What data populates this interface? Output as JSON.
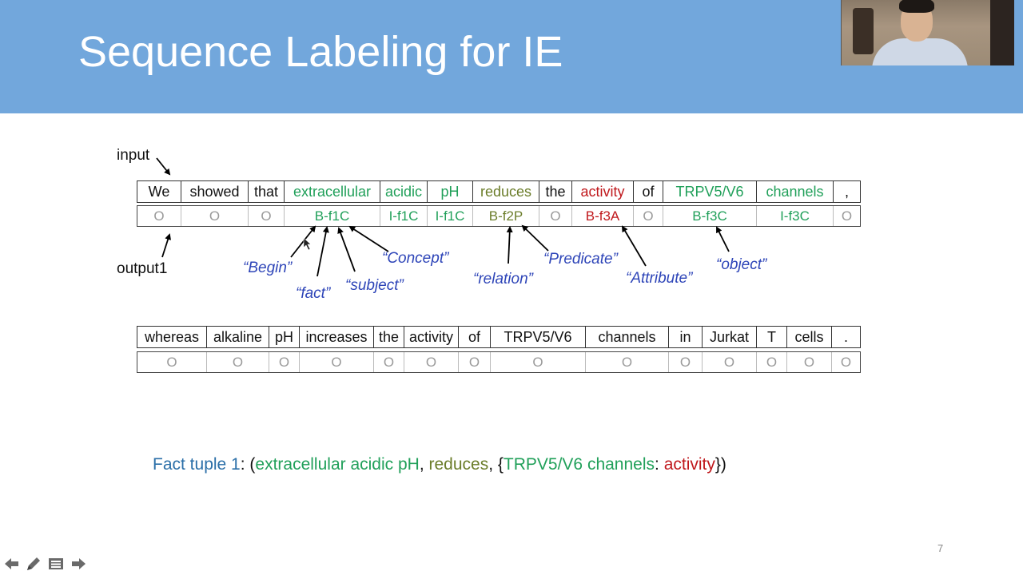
{
  "slide": {
    "title": "Sequence Labeling for IE",
    "page_number": "7"
  },
  "labels": {
    "input": "input",
    "output1": "output1"
  },
  "sentence1": {
    "words": [
      {
        "text": "We",
        "color": "#111111"
      },
      {
        "text": "showed",
        "color": "#111111"
      },
      {
        "text": "that",
        "color": "#111111"
      },
      {
        "text": "extracellular",
        "color": "#21a05a"
      },
      {
        "text": "acidic",
        "color": "#21a05a"
      },
      {
        "text": "pH",
        "color": "#21a05a"
      },
      {
        "text": "reduces",
        "color": "#6b7d2a"
      },
      {
        "text": "the",
        "color": "#111111"
      },
      {
        "text": "activity",
        "color": "#c0181c"
      },
      {
        "text": "of",
        "color": "#111111"
      },
      {
        "text": "TRPV5/V6",
        "color": "#21a05a"
      },
      {
        "text": "channels",
        "color": "#21a05a"
      },
      {
        "text": ",",
        "color": "#111111"
      }
    ],
    "tags": [
      {
        "text": "O",
        "color": "#9a9a9a"
      },
      {
        "text": "O",
        "color": "#9a9a9a"
      },
      {
        "text": "O",
        "color": "#9a9a9a"
      },
      {
        "text": "B-f1C",
        "color": "#21a05a"
      },
      {
        "text": "I-f1C",
        "color": "#21a05a"
      },
      {
        "text": "I-f1C",
        "color": "#21a05a"
      },
      {
        "text": "B-f2P",
        "color": "#6b7d2a"
      },
      {
        "text": "O",
        "color": "#9a9a9a"
      },
      {
        "text": "B-f3A",
        "color": "#c0181c"
      },
      {
        "text": "O",
        "color": "#9a9a9a"
      },
      {
        "text": "B-f3C",
        "color": "#21a05a"
      },
      {
        "text": "I-f3C",
        "color": "#21a05a"
      },
      {
        "text": "O",
        "color": "#9a9a9a"
      }
    ]
  },
  "annotations": {
    "begin": "“Begin”",
    "fact": "“fact”",
    "subject": "“subject”",
    "concept": "“Concept”",
    "relation": "“relation”",
    "predicate": "“Predicate”",
    "attribute": "“Attribute”",
    "object": "“object”"
  },
  "sentence2": {
    "words": [
      "whereas",
      "alkaline",
      "pH",
      "increases",
      "the",
      "activity",
      "of",
      "TRPV5/V6",
      "channels",
      "in",
      "Jurkat",
      "T",
      "cells",
      "."
    ],
    "tags": [
      "O",
      "O",
      "O",
      "O",
      "O",
      "O",
      "O",
      "O",
      "O",
      "O",
      "O",
      "O",
      "O",
      "O"
    ]
  },
  "fact_tuple": {
    "label": "Fact tuple 1",
    "colon": ": (",
    "subject": "extracellular acidic pH",
    "comma1": ", ",
    "predicate": "reduces",
    "comma2": ", {",
    "object": "TRPV5/V6 channels",
    "colon2": ": ",
    "attribute": "activity",
    "close": "})"
  },
  "colors": {
    "header_bg": "#72a7dc",
    "green": "#21a05a",
    "olive": "#6b7d2a",
    "red": "#c0181c",
    "annotation_blue": "#2e45b8",
    "label_blue": "#2b6fa8"
  },
  "nav_icons": [
    "arrow-left-icon",
    "pen-icon",
    "menu-icon",
    "arrow-right-icon"
  ]
}
